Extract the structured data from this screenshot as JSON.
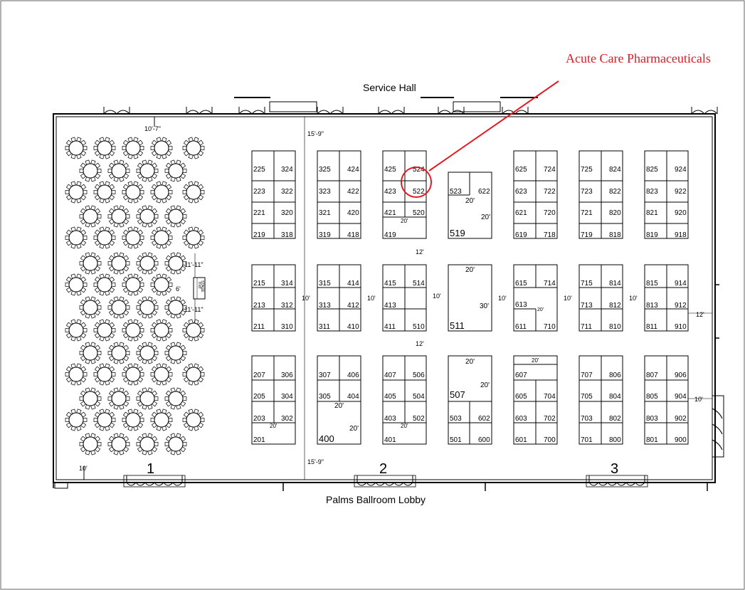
{
  "annotation": {
    "label": "Acute Care Pharmaceuticals",
    "color": "#e21b23"
  },
  "labels": {
    "service_hall": "Service Hall",
    "lobby": "Palms Ballroom Lobby",
    "door_1": "1",
    "door_2": "2",
    "door_3": "3",
    "stage": "STAGE",
    "stage_size": "8'x8'"
  },
  "dimensions": {
    "top_left": "10'-7\"",
    "top_mid": "15'-9\"",
    "bottom_left": "10'",
    "bottom_mid": "15'-9\"",
    "stage_above": "11'-11\"",
    "stage_below": "11'-11\"",
    "stage_side": "6'",
    "aisle_1": "12'",
    "aisle_2": "12'",
    "col_gaps": [
      "10'",
      "10'",
      "10'",
      "10'",
      "10'",
      "10'"
    ],
    "right_1": "12'",
    "right_2": "10'"
  },
  "booth_blocks": [
    {
      "numbers": [
        "225",
        "324",
        "223",
        "322",
        "221",
        "320",
        "219",
        "318"
      ]
    },
    {
      "numbers": [
        "325",
        "424",
        "323",
        "422",
        "321",
        "420",
        "319",
        "418"
      ]
    },
    {
      "numbers": [
        "425",
        "524",
        "423",
        "522",
        "421",
        "520",
        "419"
      ],
      "note": "20'"
    },
    {
      "numbers": [
        "523",
        "622",
        "519"
      ],
      "notes": [
        "20'",
        "20'"
      ]
    },
    {
      "numbers": [
        "625",
        "724",
        "623",
        "722",
        "621",
        "720",
        "619",
        "718"
      ]
    },
    {
      "numbers": [
        "725",
        "824",
        "723",
        "822",
        "721",
        "820",
        "719",
        "818"
      ]
    },
    {
      "numbers": [
        "825",
        "924",
        "823",
        "922",
        "821",
        "920",
        "819",
        "918"
      ]
    },
    {
      "numbers": [
        "215",
        "314",
        "213",
        "312",
        "211",
        "310"
      ]
    },
    {
      "numbers": [
        "315",
        "414",
        "313",
        "412",
        "311",
        "410"
      ]
    },
    {
      "numbers": [
        "415",
        "514",
        "413",
        "411",
        "510"
      ]
    },
    {
      "numbers": [
        "511"
      ],
      "notes": [
        "20'",
        "30'"
      ]
    },
    {
      "numbers": [
        "615",
        "714",
        "613",
        "611",
        "710"
      ],
      "note": "20'"
    },
    {
      "numbers": [
        "715",
        "814",
        "713",
        "812",
        "711",
        "810"
      ]
    },
    {
      "numbers": [
        "815",
        "914",
        "813",
        "912",
        "811",
        "910"
      ]
    },
    {
      "numbers": [
        "207",
        "306",
        "205",
        "304",
        "203",
        "302",
        "201"
      ],
      "note": "20'"
    },
    {
      "numbers": [
        "307",
        "406",
        "305",
        "404",
        "400"
      ],
      "notes": [
        "20'",
        "20'"
      ]
    },
    {
      "numbers": [
        "407",
        "506",
        "405",
        "504",
        "403",
        "502",
        "401"
      ],
      "note": "20'"
    },
    {
      "numbers": [
        "507",
        "503",
        "602",
        "501",
        "600"
      ],
      "notes": [
        "20'",
        "20'"
      ]
    },
    {
      "numbers": [
        "607",
        "605",
        "704",
        "603",
        "702",
        "601",
        "700"
      ],
      "note": "20'"
    },
    {
      "numbers": [
        "707",
        "806",
        "705",
        "804",
        "703",
        "802",
        "701",
        "800"
      ]
    },
    {
      "numbers": [
        "807",
        "906",
        "805",
        "904",
        "803",
        "902",
        "801",
        "900"
      ]
    }
  ]
}
